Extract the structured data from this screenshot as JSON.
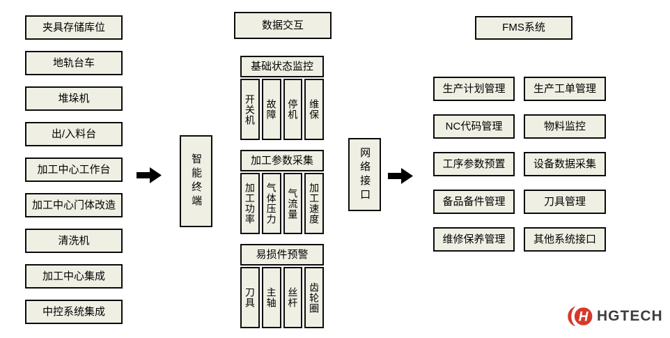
{
  "left_column": {
    "items": [
      "夹具存储库位",
      "地轨台车",
      "堆垛机",
      "出/入料台",
      "加工中心工作台",
      "加工中心门体改造",
      "清洗机",
      "加工中心集成",
      "中控系统集成"
    ]
  },
  "terminal": {
    "label": "智能终端"
  },
  "middle": {
    "header": "数据交互",
    "groups": [
      {
        "title": "基础状态监控",
        "items": [
          "开关机",
          "故障",
          "停机",
          "维保"
        ]
      },
      {
        "title": "加工参数采集",
        "items": [
          "加工功率",
          "气体压力",
          "气流量",
          "加工速度"
        ]
      },
      {
        "title": "易损件预警",
        "items": [
          "刀具",
          "主轴",
          "丝杆",
          "齿轮圈"
        ]
      }
    ]
  },
  "network": {
    "label": "网络接口"
  },
  "fms": {
    "header": "FMS系统",
    "items": [
      "生产计划管理",
      "生产工单管理",
      "NC代码管理",
      "物料监控",
      "工序参数预置",
      "设备数据采集",
      "备品备件管理",
      "刀具管理",
      "维修保养管理",
      "其他系统接口"
    ]
  },
  "logo": {
    "text": "HGTECH"
  },
  "colors": {
    "box_fill": "#f0efe4",
    "box_border": "#0a0a0a",
    "background": "#ffffff",
    "arrow": "#000000",
    "logo_red": "#d6392b",
    "logo_text": "#3d3d3d"
  }
}
